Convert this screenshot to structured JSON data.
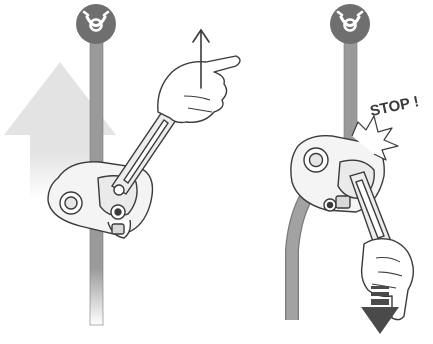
{
  "diagram": {
    "panels": [
      {
        "id": "release",
        "anchor_icon": "anchor-hook-icon",
        "direction_arrow": "up-arrow",
        "hand_arrow": "thin-up-arrow"
      },
      {
        "id": "stop",
        "anchor_icon": "anchor-hook-icon",
        "direction_arrow": "down-arrow",
        "callout_text": "STOP !"
      }
    ],
    "colors": {
      "rope": "#9a9a9a",
      "anchor_disc": "#6f6f6f",
      "big_arrow": "#e3e3e3",
      "down_arrow": "#4a4a4a",
      "line": "#3a3a3a"
    }
  }
}
